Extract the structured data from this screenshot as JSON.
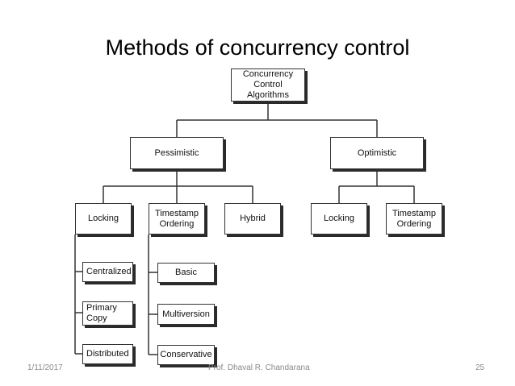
{
  "title": "Methods of concurrency control",
  "nodes": {
    "root": "Concurrency\nControl\nAlgorithms",
    "pessimistic": "Pessimistic",
    "optimistic": "Optimistic",
    "p_locking": "Locking",
    "p_timestamp": "Timestamp\nOrdering",
    "hybrid": "Hybrid",
    "o_locking": "Locking",
    "o_timestamp": "Timestamp\nOrdering",
    "centralized": "Centralized",
    "primary_copy": "Primary\nCopy",
    "distributed": "Distributed",
    "basic": "Basic",
    "multiversion": "Multiversion",
    "conservative": "Conservative"
  },
  "footer": {
    "date": "1/11/2017",
    "author": "Prof. Dhaval R. Chandarana",
    "page": "25"
  }
}
